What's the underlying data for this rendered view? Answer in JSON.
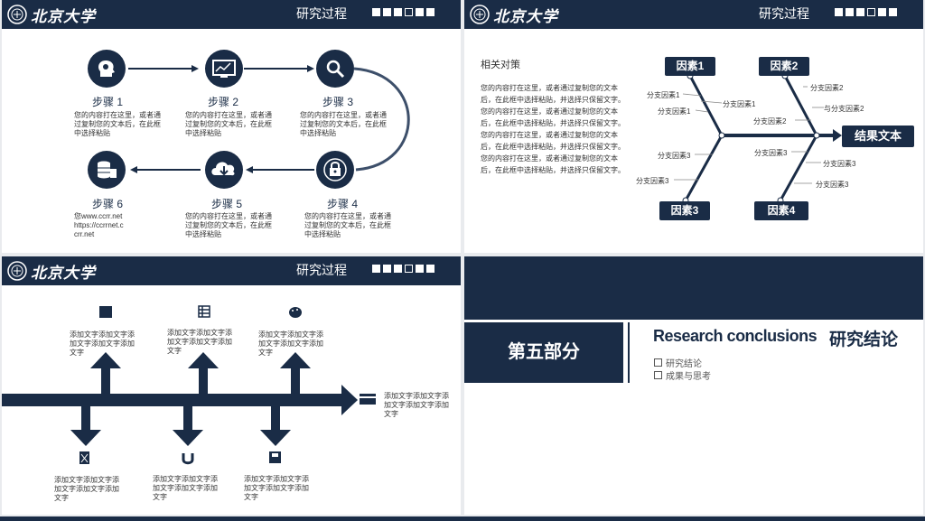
{
  "logo_text": "北京大学",
  "header_title": "研究过程",
  "slide1": {
    "steps": [
      {
        "label": "步骤 1",
        "text": "您的内容打在这里，或者通过复制您的文本后，在此框中选择粘贴"
      },
      {
        "label": "步骤 2",
        "text": "您的内容打在这里，或者通过复制您的文本后，在此框中选择粘贴"
      },
      {
        "label": "步骤 3",
        "text": "您的内容打在这里，或者通过复制您的文本后，在此框中选择粘贴"
      },
      {
        "label": "步骤 4",
        "text": "您的内容打在这里，或者通过复制您的文本后，在此框中选择粘贴"
      },
      {
        "label": "步骤 5",
        "text": "您的内容打在这里，或者通过复制您的文本后，在此框中选择粘贴"
      },
      {
        "label": "步骤 6",
        "text": "您www.ccrr.net https://ccrrnet.ccrr.net"
      }
    ]
  },
  "slide2": {
    "heading": "相关对策",
    "body": "您的内容打在这里，或者通过复制您的文本后，在此框中选择粘贴，并选择只保留文字。您的内容打在这里，或者通过复制您的文本后，在此框中选择粘贴，并选择只保留文字。您的内容打在这里，或者通过复制您的文本后，在此框中选择粘贴，并选择只保留文字。您的内容打在这里，或者通过复制您的文本后，在此框中选择粘贴，并选择只保留文字。",
    "factors": [
      "因素1",
      "因素2",
      "因素3",
      "因素4"
    ],
    "result": "结果文本",
    "branches": [
      "分支因素1",
      "分支因素1",
      "分支因素1",
      "分支因素2",
      "分支因素2",
      "与分支因素2",
      "分支因素3",
      "分支因素3",
      "分支因素3",
      "分支因素3",
      "分支因素3"
    ]
  },
  "slide3": {
    "labels": [
      "添加文字添加文字添加文字添加文字添加文字",
      "添加文字添加文字添加文字添加文字添加文字",
      "添加文字添加文字添加文字添加文字添加文字",
      "添加文字添加文字添加文字添加文字添加文字",
      "添加文字添加文字添加文字添加文字添加文字",
      "添加文字添加文字添加文字添加文字添加文字",
      "添加文字添加文字添加文字添加文字添加文字"
    ]
  },
  "slide4": {
    "part": "第五部分",
    "title_en": "Research conclusions",
    "title_cn": "研究结论",
    "items": [
      "研究结论",
      "成果与思考"
    ]
  }
}
